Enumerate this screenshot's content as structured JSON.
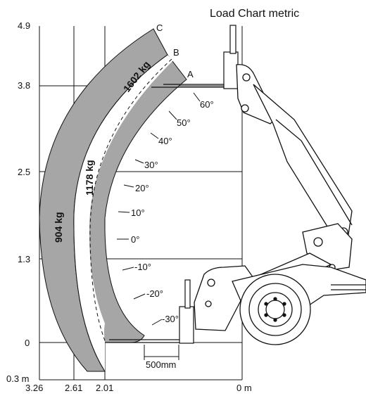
{
  "title": "Load Chart metric",
  "y_ticks": [
    "4.9",
    "3.8",
    "2.5",
    "1.3",
    "0",
    "0.3 m"
  ],
  "x_ticks": [
    "3.26",
    "2.61",
    "2.01",
    "0 m"
  ],
  "point_labels": [
    "A",
    "B",
    "C"
  ],
  "zones": {
    "inner": "1602 kg",
    "middle": "1178 kg",
    "outer": "904 kg"
  },
  "angles": [
    "60°",
    "50°",
    "40°",
    "30°",
    "20°",
    "10°",
    "0°",
    "-10°",
    "-20°",
    "-30°"
  ],
  "dimension": "500mm",
  "colors": {
    "zone_fill": "#a6a6a6",
    "line": "#111111"
  }
}
